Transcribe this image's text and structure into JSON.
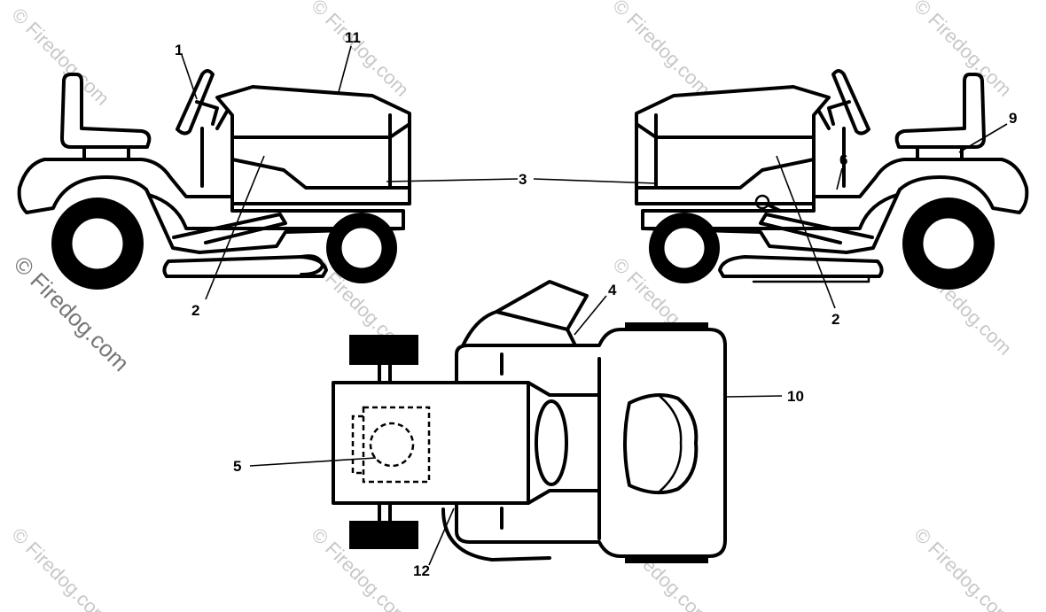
{
  "watermark": {
    "text": "© Firedog.com"
  },
  "callouts": {
    "c1": "1",
    "c2_left": "2",
    "c2_right": "2",
    "c3": "3",
    "c4": "4",
    "c5": "5",
    "c6": "6",
    "c9": "9",
    "c10": "10",
    "c11": "11",
    "c12": "12"
  },
  "colors": {
    "line": "#000000",
    "background": "#ffffff",
    "watermark": "#c8c8c8"
  }
}
